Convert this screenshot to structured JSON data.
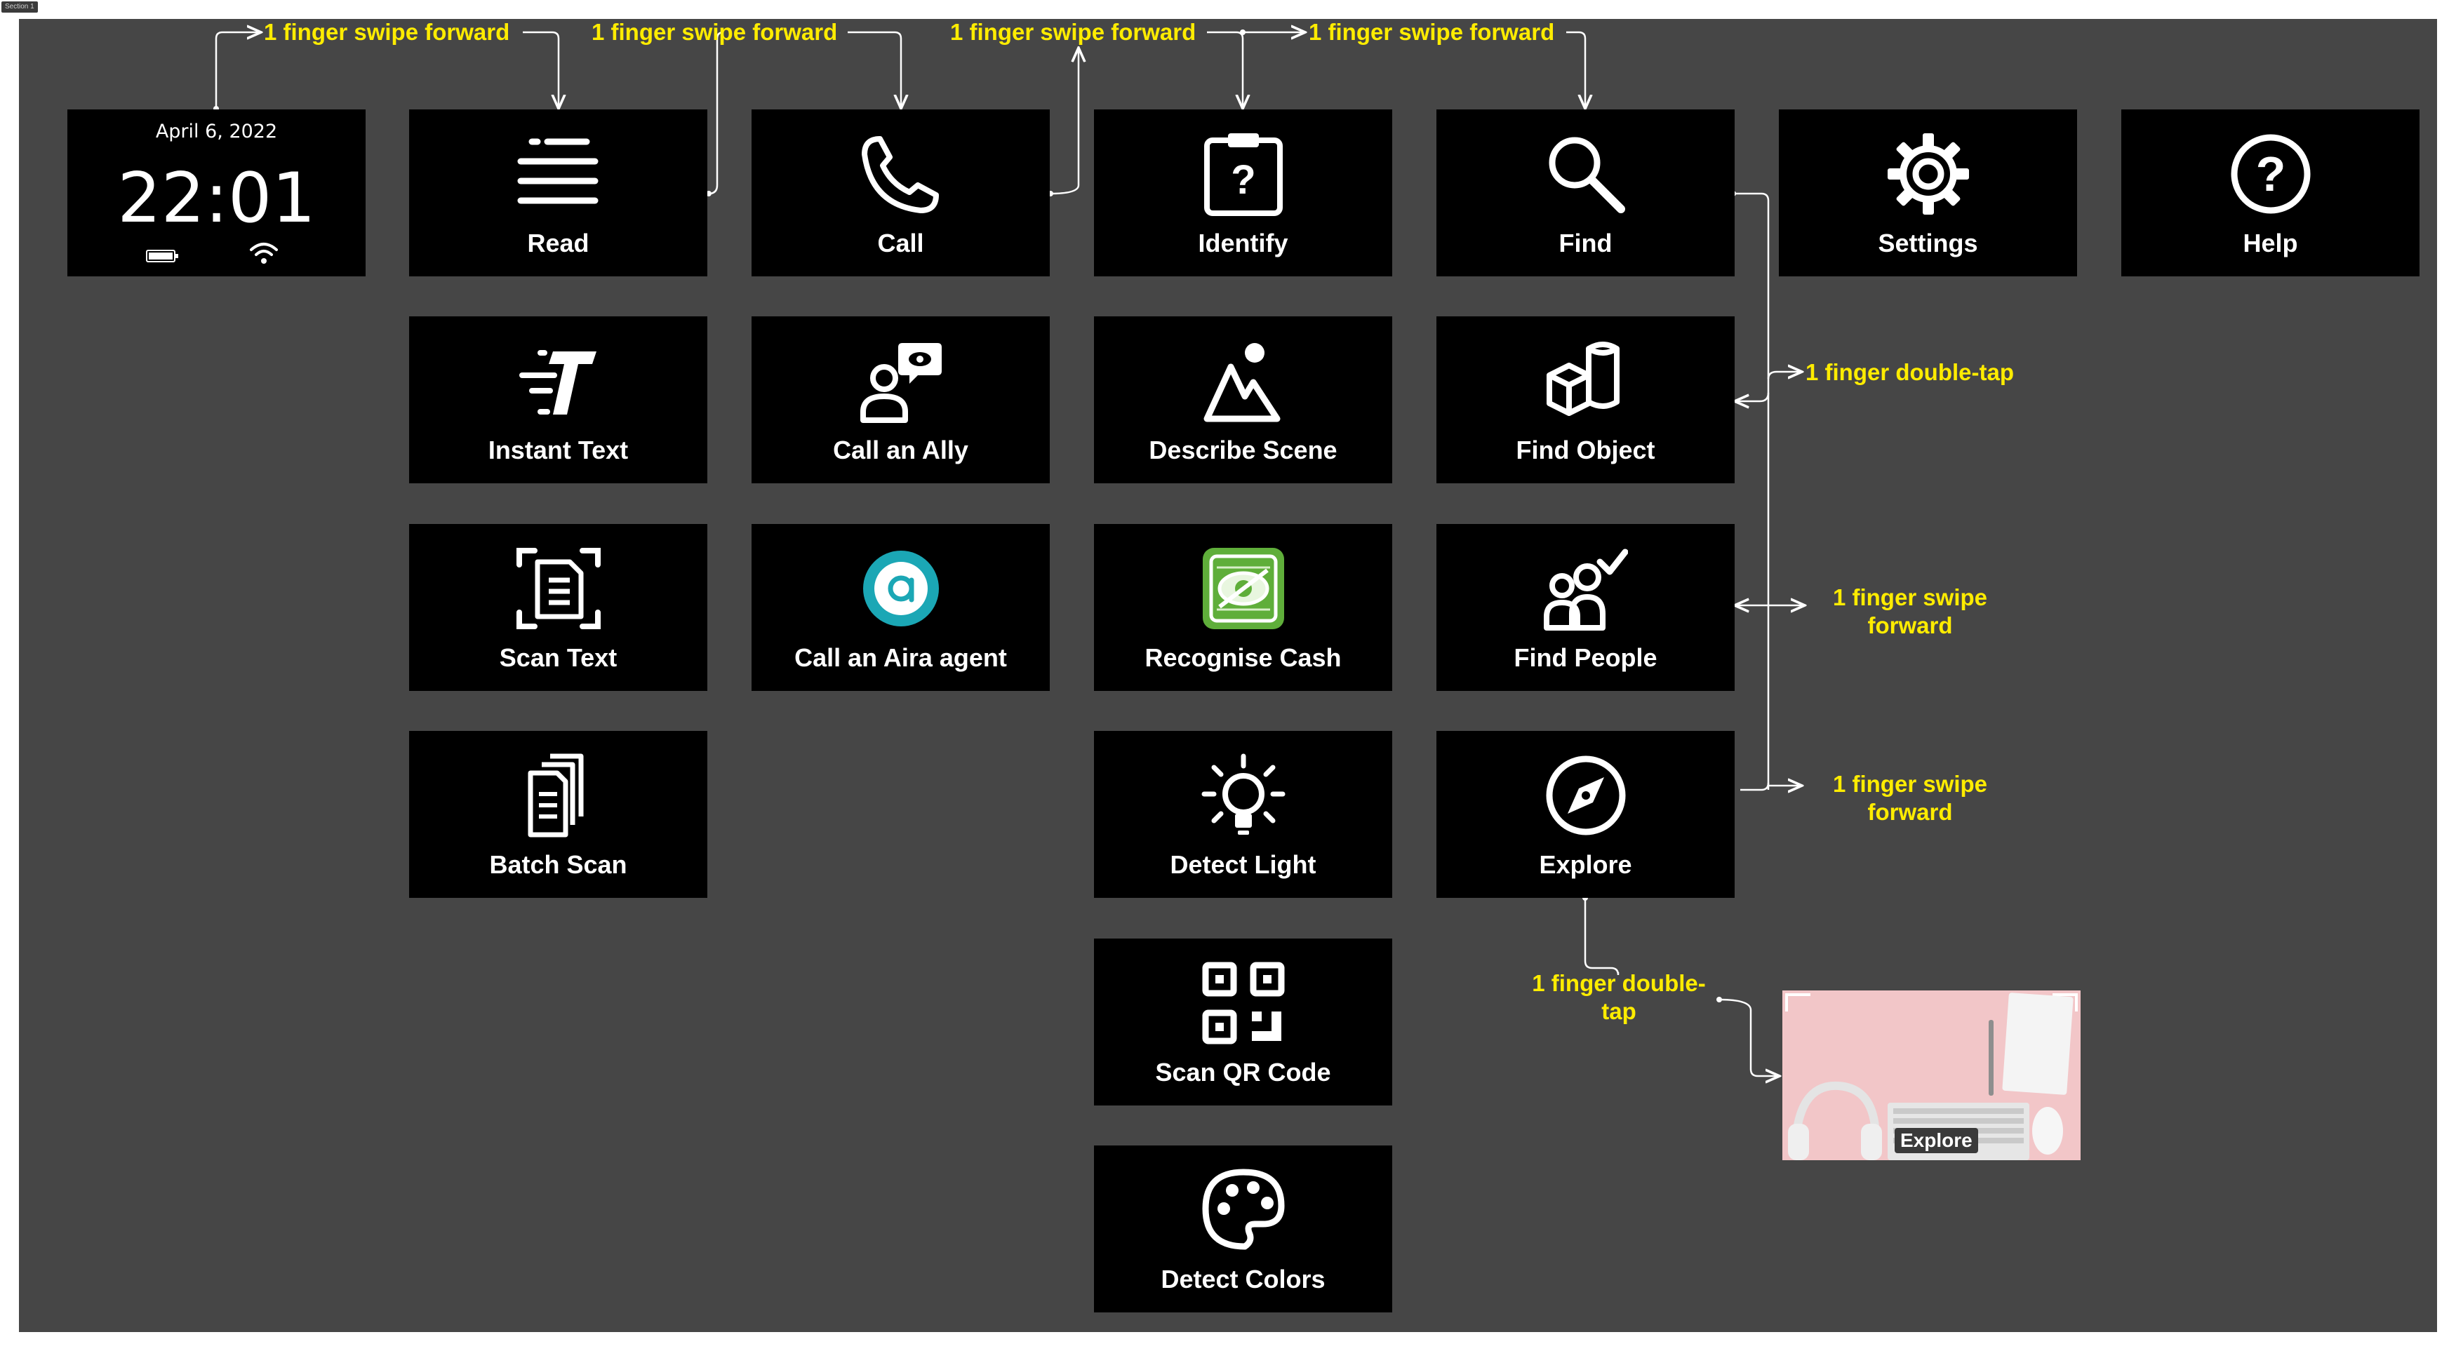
{
  "section_label": "Section 1",
  "clock": {
    "date": "April 6, 2022",
    "time": "22:01",
    "battery_icon": "battery-icon",
    "wifi_icon": "wifi-icon"
  },
  "tiles": {
    "read": {
      "label": "Read",
      "icon": "lines-icon"
    },
    "call": {
      "label": "Call",
      "icon": "phone-icon"
    },
    "identify": {
      "label": "Identify",
      "icon": "clipboard-question-icon"
    },
    "find": {
      "label": "Find",
      "icon": "magnifier-icon"
    },
    "settings": {
      "label": "Settings",
      "icon": "gear-icon"
    },
    "help": {
      "label": "Help",
      "icon": "question-circle-icon"
    },
    "instant_text": {
      "label": "Instant Text",
      "icon": "fast-text-icon"
    },
    "call_ally": {
      "label": "Call an Ally",
      "icon": "person-speech-icon"
    },
    "describe_scene": {
      "label": "Describe Scene",
      "icon": "mountain-sun-icon"
    },
    "find_object": {
      "label": "Find Object",
      "icon": "cube-cylinder-icon"
    },
    "scan_text": {
      "label": "Scan Text",
      "icon": "document-scan-icon"
    },
    "call_aira": {
      "label": "Call an Aira agent",
      "icon": "aira-logo-icon"
    },
    "recognise_cash": {
      "label": "Recognise Cash",
      "icon": "banknote-eye-icon"
    },
    "find_people": {
      "label": "Find People",
      "icon": "people-check-icon"
    },
    "batch_scan": {
      "label": "Batch Scan",
      "icon": "stacked-documents-icon"
    },
    "detect_light": {
      "label": "Detect Light",
      "icon": "light-bulb-icon"
    },
    "explore": {
      "label": "Explore",
      "icon": "compass-icon"
    },
    "scan_qr": {
      "label": "Scan QR Code",
      "icon": "qr-code-icon"
    },
    "detect_colors": {
      "label": "Detect Colors",
      "icon": "palette-icon"
    }
  },
  "annotations": {
    "swipe_1": "1 finger swipe forward",
    "swipe_2": "1 finger swipe forward",
    "swipe_3": "1 finger swipe forward",
    "swipe_4": "1 finger swipe forward",
    "double_tap_find": "1 finger double-tap",
    "swipe_find_people": {
      "line1": "1 finger swipe",
      "line2": "forward"
    },
    "swipe_explore": {
      "line1": "1 finger swipe",
      "line2": "forward"
    },
    "double_tap_explore": {
      "line1": "1 finger double-",
      "line2": "tap"
    }
  },
  "explore_screen": {
    "label": "Explore"
  },
  "colors": {
    "background": "#464646",
    "tile": "#000000",
    "annotation": "#ffec00",
    "connector": "#ffffff",
    "aira_teal": "#1ba7b5",
    "cash_green": "#5fae3a",
    "photo_pink": "#f2c6c8"
  }
}
